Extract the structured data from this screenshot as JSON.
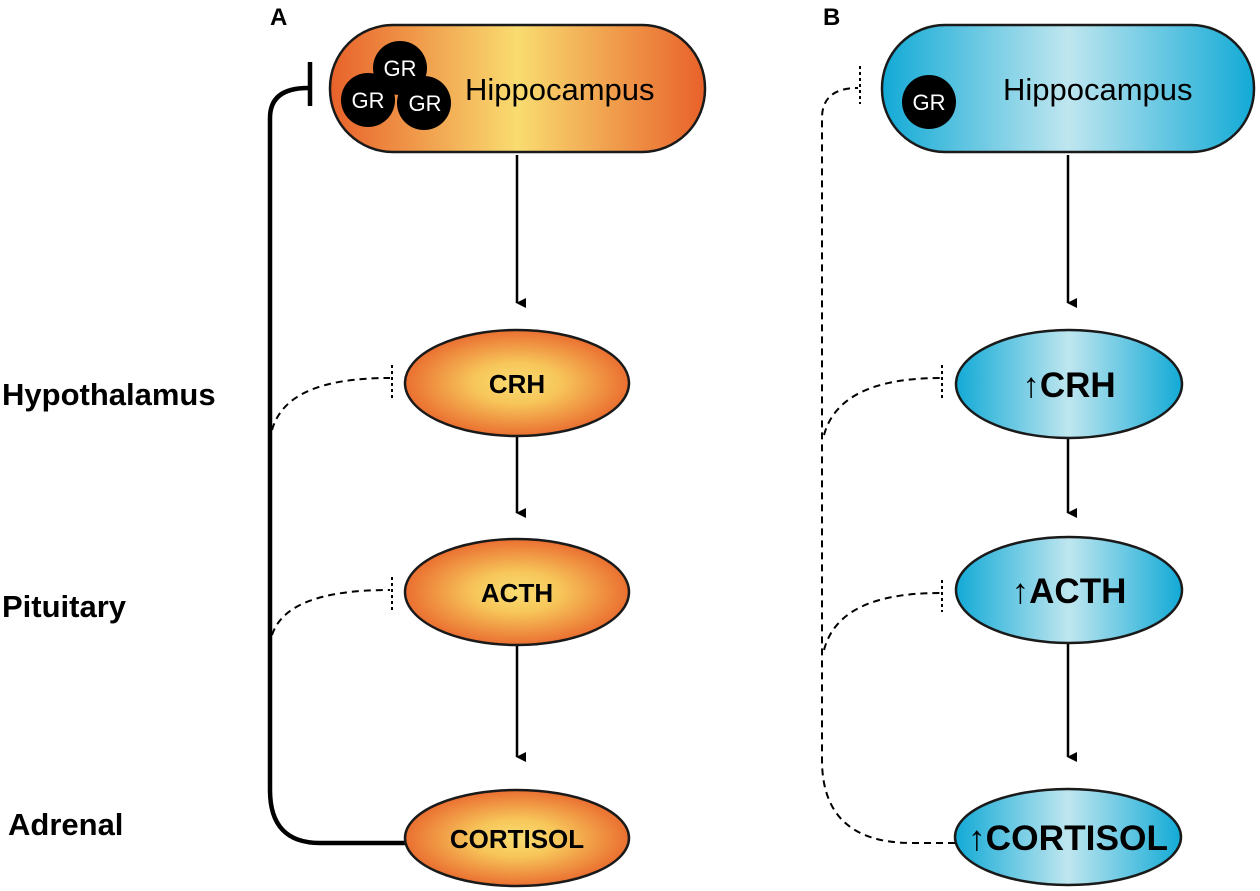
{
  "panels": {
    "a": {
      "letter": "A"
    },
    "b": {
      "letter": "B"
    }
  },
  "row_labels": {
    "hypothalamus": "Hypothalamus",
    "pituitary": "Pituitary",
    "adrenal": "Adrenal"
  },
  "panel_a": {
    "hippocampus": "Hippocampus",
    "gr_receptors": [
      "GR",
      "GR",
      "GR"
    ],
    "crh": "CRH",
    "acth": "ACTH",
    "cortisol": "CORTISOL"
  },
  "panel_b": {
    "hippocampus": "Hippocampus",
    "gr_receptors": [
      "GR"
    ],
    "crh": "↑CRH",
    "acth": "↑ACTH",
    "cortisol": "↑CORTISOL"
  },
  "colors": {
    "orange_edge": "#e8612a",
    "orange_center": "#f9dc70",
    "blue_edge": "#12aad6",
    "blue_center": "#bfe6ef",
    "receptor": "#000000"
  }
}
